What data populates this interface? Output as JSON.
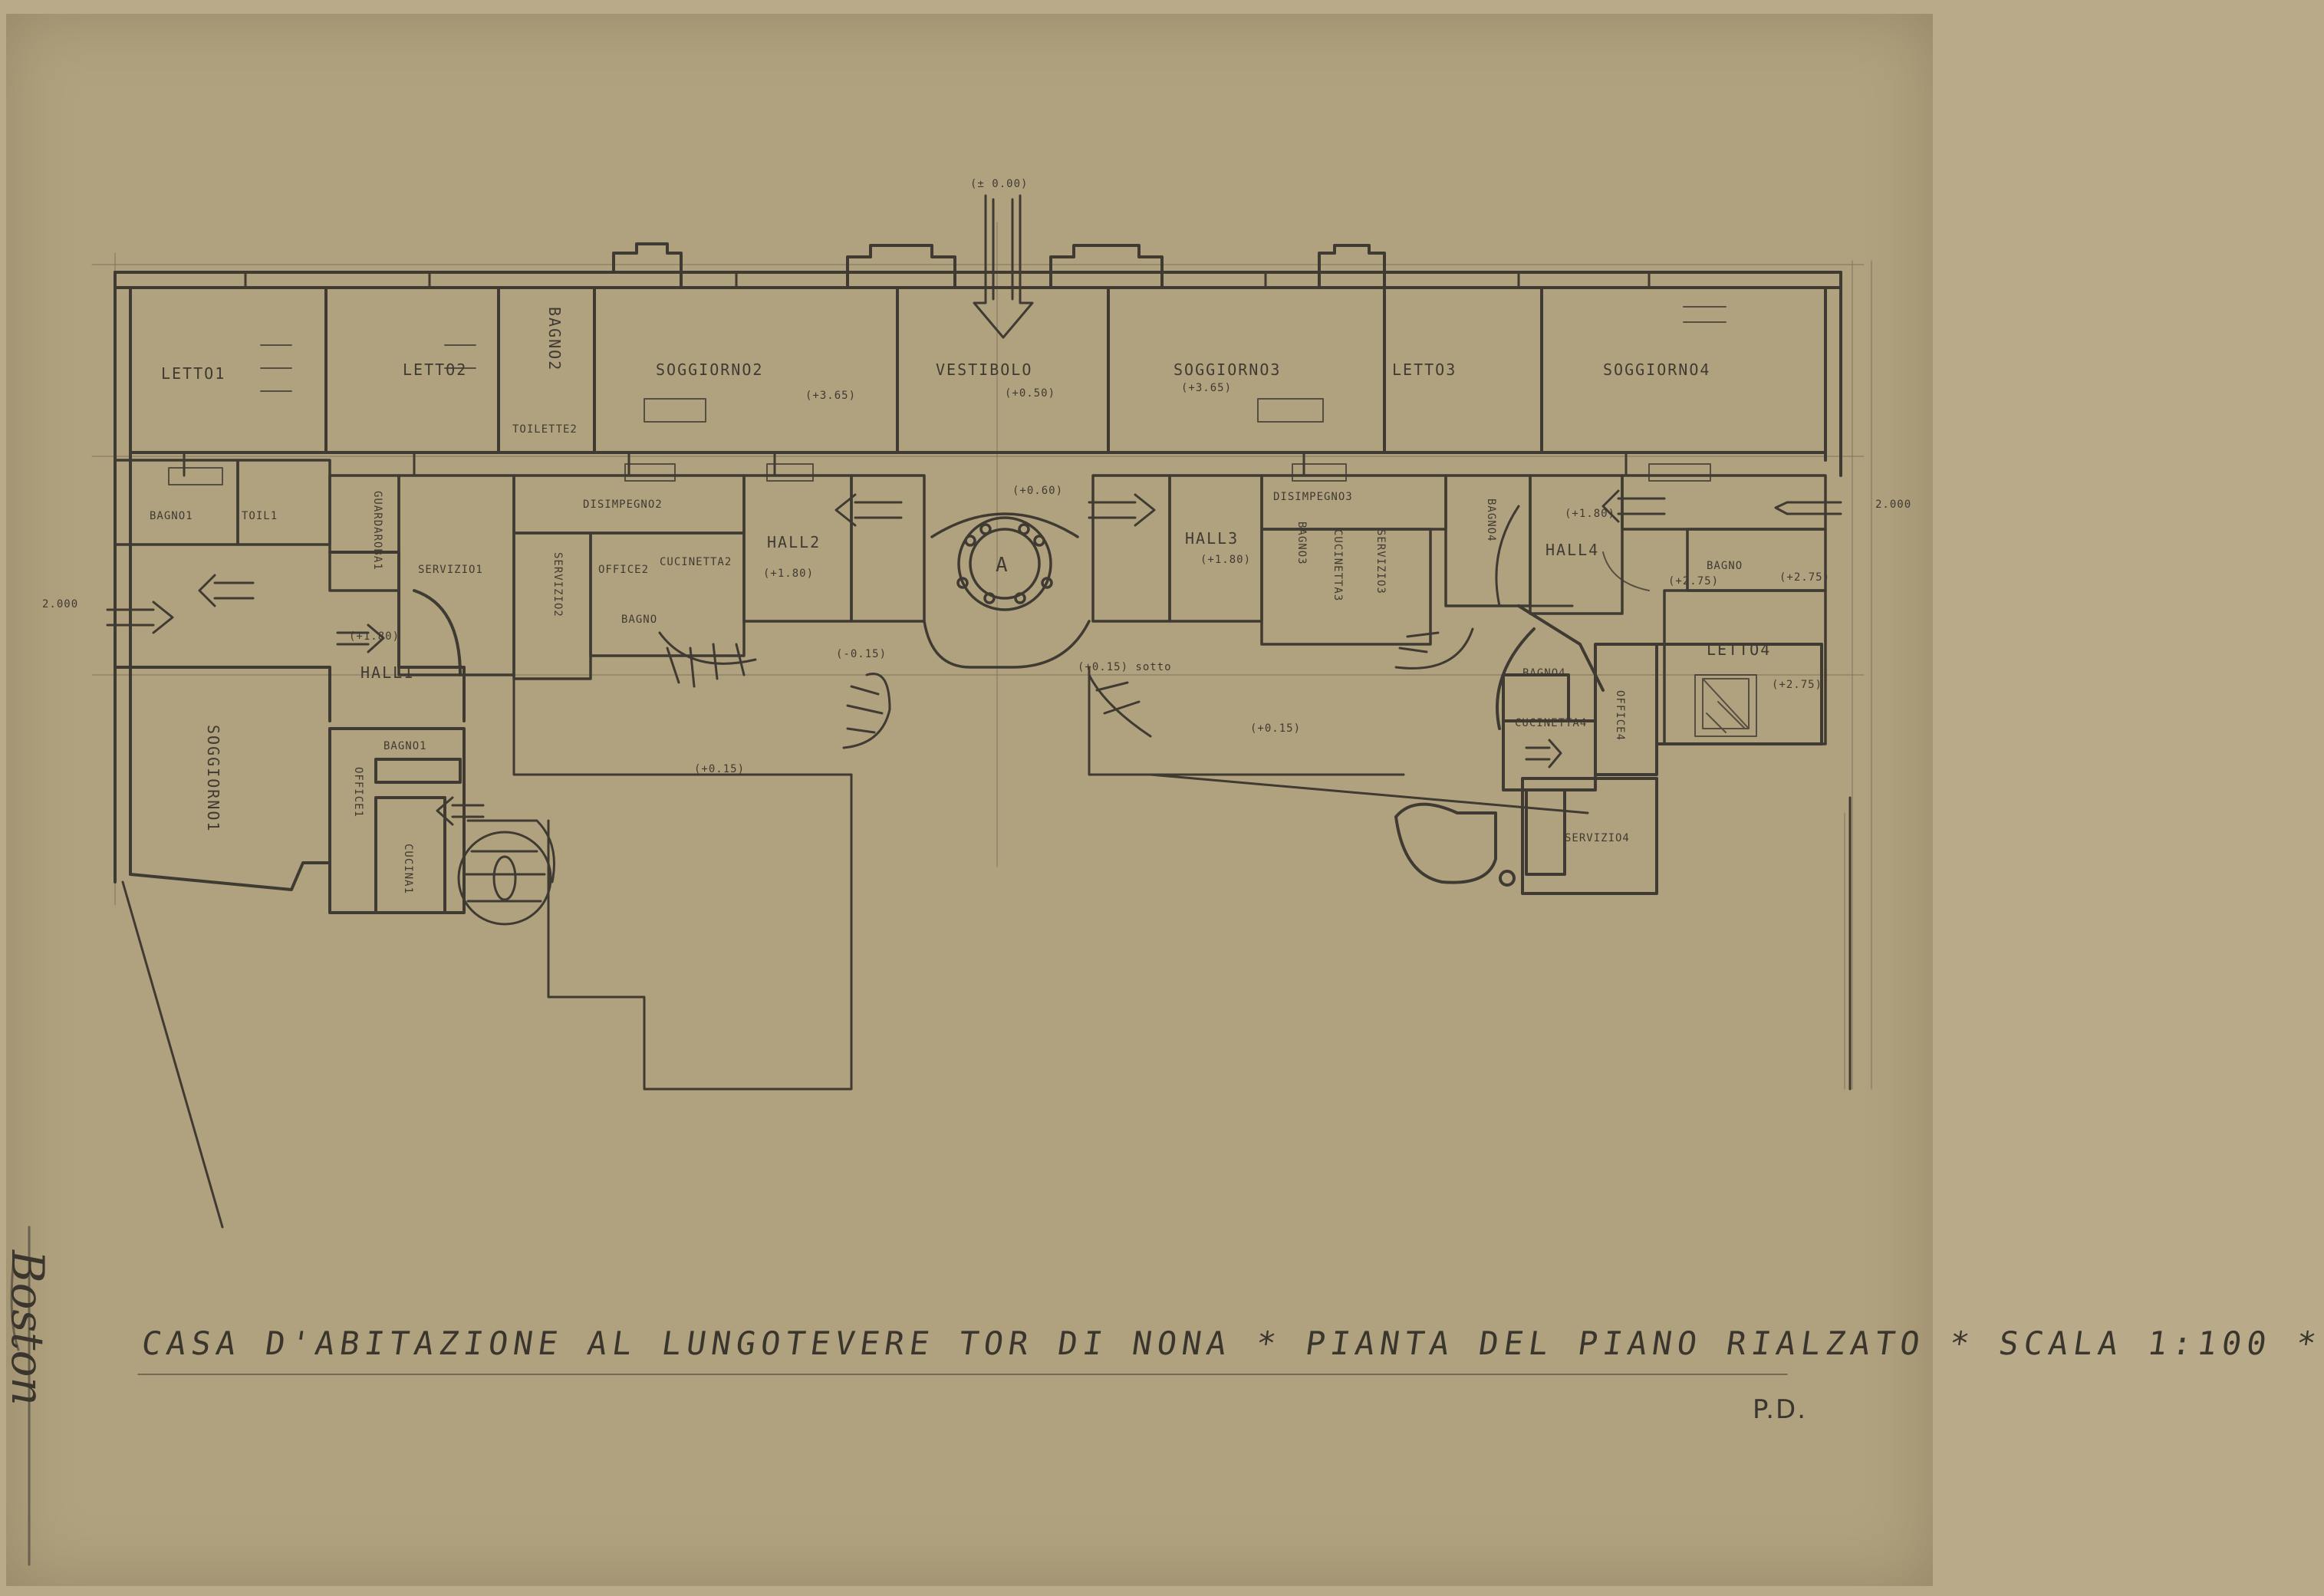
{
  "title": "CASA D'ABITAZIONE AL LUNGOTEVERE TOR DI NONA * PIANTA DEL PIANO RIALZATO * SCALA 1:100 *",
  "initials": "P.D.",
  "signature": "Boston",
  "colors": {
    "paper": "#b1a27f",
    "pencil": "#3f3a32"
  },
  "rooms": {
    "letto1": "LETTO1",
    "letto2": "LETTO2",
    "bagno2": "BAGNO2",
    "soggiorno2": "SOGGIORNO2",
    "vestibolo": "VESTIBOLO",
    "soggiorno3": "SOGGIORNO3",
    "letto3": "LETTO3",
    "soggiorno4": "SOGGIORNO4",
    "toilette2": "TOILETTE2",
    "bagno1": "BAGNO1",
    "toil1": "TOIL1",
    "guardaroba": "GUARDAROBA1",
    "servizio1": "SERVIZIO1",
    "disimpegno2": "DISIMPEGNO2",
    "servizio2": "SERVIZIO2",
    "office2": "OFFICE2",
    "cucinetta2": "CUCINETTA2",
    "bagno_s": "BAGNO",
    "hall2": "HALL2",
    "atrium": "A",
    "hall3": "HALL3",
    "disimpegno3": "DISIMPEGNO3",
    "bagno3": "BAGNO3",
    "cucinetta3": "CUCINETTA3",
    "servizio3": "SERVIZIO3",
    "bagno4": "BAGNO4",
    "hall4": "HALL4",
    "bagno5": "BAGNO",
    "letto4": "LETTO4",
    "hall1": "HALL1",
    "soggiorno1": "SOGGIORNO1",
    "bagno_o": "BAGNO1",
    "office1": "OFFICE1",
    "cucina1": "CUCINA1",
    "bagno_c": "BAGNO4",
    "cucinetta4": "CUCINETTA4",
    "office4": "OFFICE4",
    "servizio4": "SERVIZIO4"
  },
  "levels": {
    "entrance": "(± 0.00)",
    "soggiorno2": "(+3.65)",
    "vestibolo": "(+0.50)",
    "soggiorno3": "(+3.65)",
    "atrium": "(+0.60)",
    "hall2": "(+1.80)",
    "hall3": "(+1.80)",
    "hall4": "(+1.80)",
    "hall1": "(+1.80)",
    "courtyard_left": "(+0.15)",
    "courtyard_right": "(+0.15)",
    "stair_left": "(-0.15)",
    "stair_right": "(+0.15) sotto",
    "bagno5": "(+2.75)",
    "bagno5b": "(+2.75)",
    "letto4": "(+2.75)",
    "left_entry": "2.000",
    "right_entry": "2.000"
  }
}
